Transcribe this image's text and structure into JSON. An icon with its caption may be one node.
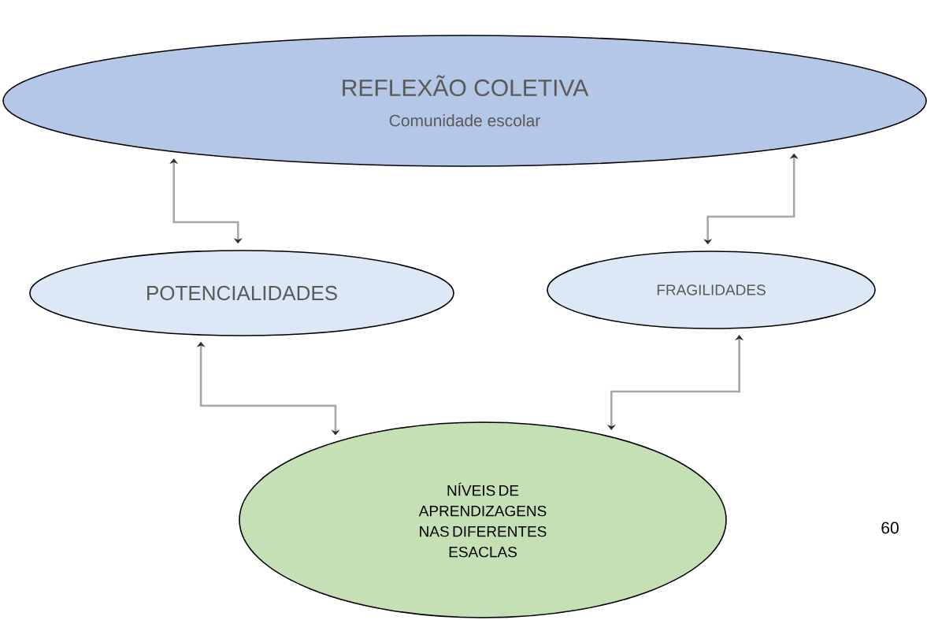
{
  "diagram": {
    "nodes": [
      {
        "text": [
          "REFLEXÃO COLETIVA",
          "Comunidade escolar"
        ]
      },
      {
        "text": [
          "POTENCIALIDADES"
        ]
      },
      {
        "text": [
          "FRAGILIDADES"
        ]
      },
      {
        "text": [
          "NÍVEIS DE APRENDIZAGENS NAS DIFERENTES ESACLAS"
        ]
      }
    ],
    "edges": [
      {
        "from": 0,
        "to": 1,
        "arrow": "both"
      },
      {
        "from": 0,
        "to": 2,
        "arrow": "both"
      },
      {
        "from": 3,
        "to": 1,
        "arrow": "both"
      },
      {
        "from": 3,
        "to": 2,
        "arrow": "both"
      }
    ],
    "labels": [
      "60"
    ]
  }
}
